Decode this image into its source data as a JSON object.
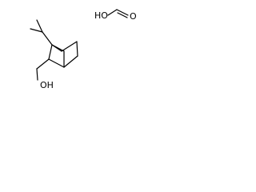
{
  "structure": {
    "labels": {
      "hydroxyl": "OH",
      "formic_ho": "HO",
      "formic_o": "O"
    }
  },
  "colors": {
    "bond": "#000000",
    "background": "#ffffff"
  }
}
